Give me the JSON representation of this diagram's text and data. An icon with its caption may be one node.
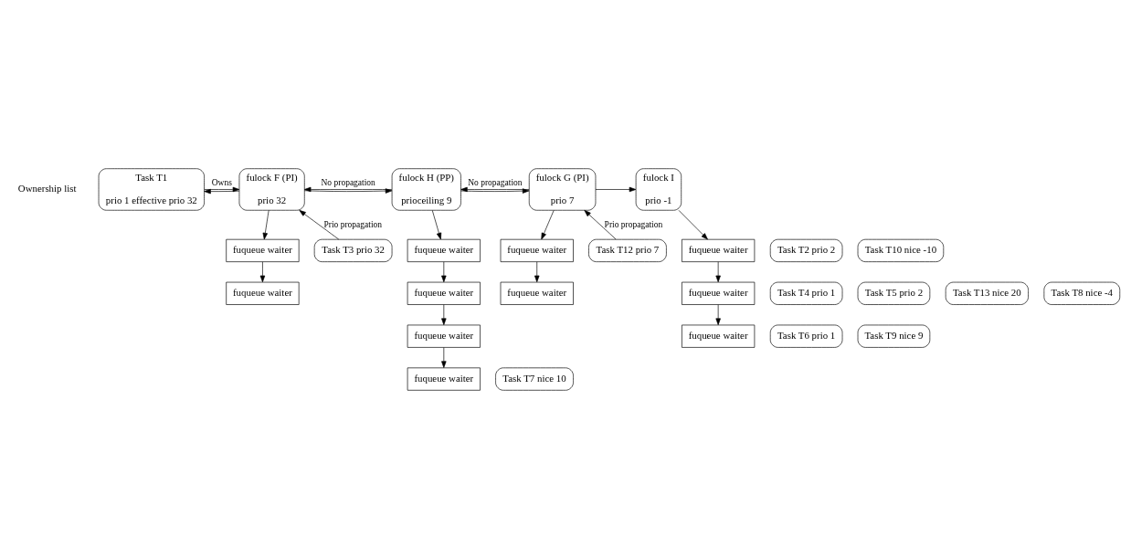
{
  "diagram": {
    "nodes": [
      {
        "text": [
          "Task T1",
          "prio 1 effective prio 32"
        ]
      },
      {
        "text": [
          "fulock F (PI)",
          "prio 32"
        ]
      },
      {
        "text": [
          "fulock H (PP)",
          "prioceiling 9"
        ]
      },
      {
        "text": [
          "fulock G (PI)",
          "prio 7"
        ]
      },
      {
        "text": [
          "fulock I",
          "prio -1"
        ]
      },
      {
        "text": [
          "fuqueue waiter"
        ]
      },
      {
        "text": [
          "Task T3 prio 32"
        ]
      },
      {
        "text": [
          "fuqueue waiter"
        ]
      },
      {
        "text": [
          "Task T4 prio 1"
        ]
      },
      {
        "text": [
          "fuqueue waiter"
        ]
      },
      {
        "text": [
          "Task T2 prio 2"
        ]
      },
      {
        "text": [
          "fuqueue waiter"
        ]
      },
      {
        "text": [
          "Task T5 prio 2"
        ]
      },
      {
        "text": [
          "fuqueue waiter"
        ]
      },
      {
        "text": [
          "Task T6 prio 1"
        ]
      },
      {
        "text": [
          "fuqueue waiter"
        ]
      },
      {
        "text": [
          "Task T7 nice 10"
        ]
      },
      {
        "text": [
          "fuqueue waiter"
        ]
      },
      {
        "text": [
          "Task T12 prio 7"
        ]
      },
      {
        "text": [
          "fuqueue waiter"
        ]
      },
      {
        "text": [
          "Task T13 nice 20"
        ]
      },
      {
        "text": [
          "fuqueue waiter"
        ]
      },
      {
        "text": [
          "Task T10 nice -10"
        ]
      },
      {
        "text": [
          "fuqueue waiter"
        ]
      },
      {
        "text": [
          "Task T8 nice -4"
        ]
      },
      {
        "text": [
          "fuqueue waiter"
        ]
      },
      {
        "text": [
          "Task T9 nice 9"
        ]
      }
    ],
    "edges": [
      {
        "from": 0,
        "to": 1,
        "arrow": "to",
        "label": "Owns"
      },
      {
        "from": 1,
        "to": 2,
        "arrow": "to"
      },
      {
        "from": 2,
        "to": 3,
        "arrow": "to"
      },
      {
        "from": 3,
        "to": 4,
        "arrow": "to"
      },
      {
        "from": 2,
        "to": 1,
        "arrow": "to",
        "label": "No propagation"
      },
      {
        "from": 1,
        "to": 0,
        "arrow": "to"
      },
      {
        "from": 6,
        "to": 1,
        "arrow": "to",
        "label": "Prio propagation"
      },
      {
        "from": 3,
        "to": 2,
        "arrow": "to",
        "label": "No propagation"
      },
      {
        "from": 18,
        "to": 3,
        "arrow": "to",
        "label": "Prio propagation"
      },
      {
        "from": 1,
        "to": 5,
        "arrow": "to"
      },
      {
        "from": 5,
        "to": 7,
        "arrow": "to"
      },
      {
        "from": 2,
        "to": 9,
        "arrow": "to"
      },
      {
        "from": 9,
        "to": 11,
        "arrow": "to"
      },
      {
        "from": 11,
        "to": 13,
        "arrow": "to"
      },
      {
        "from": 13,
        "to": 15,
        "arrow": "to"
      },
      {
        "from": 3,
        "to": 17,
        "arrow": "to"
      },
      {
        "from": 17,
        "to": 19,
        "arrow": "to"
      },
      {
        "from": 4,
        "to": 21,
        "arrow": "to"
      },
      {
        "from": 21,
        "to": 23,
        "arrow": "to"
      },
      {
        "from": 23,
        "to": 25,
        "arrow": "to"
      }
    ],
    "labels": [
      "Ownership list"
    ]
  }
}
